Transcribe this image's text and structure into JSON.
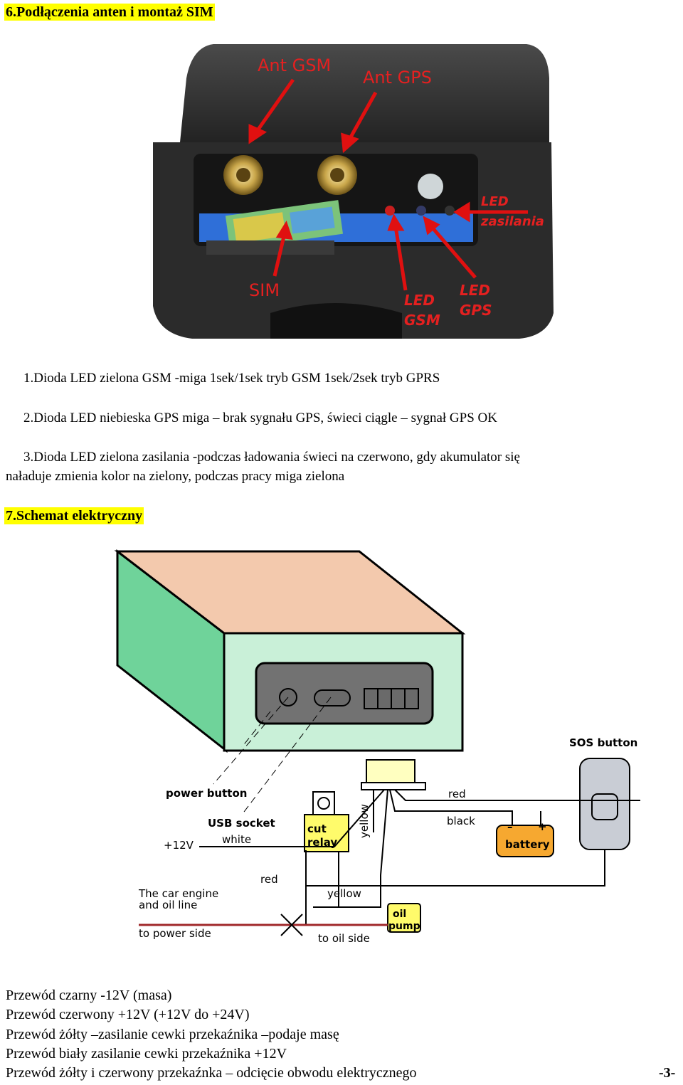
{
  "section6": {
    "title": "6.Podłączenia anten i montaż SIM"
  },
  "photo": {
    "labels": {
      "ant_gsm": "Ant GSM",
      "ant_gps": "Ant GPS",
      "led_power_1": "LED",
      "led_power_2": "zasilania",
      "sim": "SIM",
      "led_gsm_1": "LED",
      "led_gsm_2": "GSM",
      "led_gps_1": "LED",
      "led_gps_2": "GPS"
    }
  },
  "leds": {
    "item1": "1.Dioda LED zielona GSM  -miga 1sek/1sek  tryb GSM   1sek/2sek  tryb GPRS",
    "item2": "2.Dioda LED niebieska GPS miga – brak sygnału GPS, świeci ciągle – sygnał GPS OK",
    "item3_line1": "3.Dioda LED zielona zasilania  -podczas ładowania świeci na czerwono, gdy akumulator się",
    "item3_line2": "naładuje zmienia kolor na zielony, podczas pracy miga zielona"
  },
  "section7": {
    "title": "7.Schemat elektryczny"
  },
  "diagram": {
    "labels": {
      "sos_button": "SOS button",
      "power_button": "power button",
      "usb_socket": "USB  socket",
      "white": "white",
      "plus12v": "+12V",
      "cut_relay_1": "cut",
      "cut_relay_2": "relay",
      "yellow_vertical": "yellow",
      "red_top": "red",
      "black": "black",
      "battery": "battery",
      "minus": "–",
      "plus": "+",
      "red_bottom": "red",
      "yellow_bottom": "yellow",
      "engine_1": "The car engine",
      "engine_2": "and oil line",
      "to_power_side": "to power side",
      "to_oil_side": "to oil side",
      "oil_pump_1": "oil",
      "oil_pump_2": "pump"
    }
  },
  "wires": {
    "line1": "Przewód czarny -12V (masa)",
    "line2": "Przewód czerwony +12V  (+12V do +24V)",
    "line3": "Przewód żółty –zasilanie cewki przekaźnika –podaje masę",
    "line4": "Przewód biały zasilanie cewki przekaźnika +12V",
    "line5": "Przewód żółty i czerwony przekaźnka – odcięcie obwodu elektrycznego"
  },
  "page_number": "-3-"
}
